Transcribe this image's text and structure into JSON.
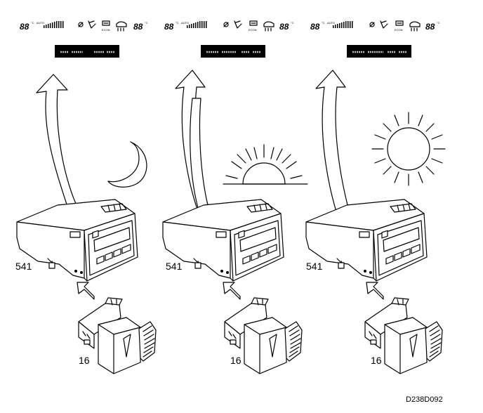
{
  "panels": [
    {
      "id": "night",
      "display": {
        "temp_left": "88",
        "unit_left": "°C",
        "auto": "AUTO",
        "econ": "ECON",
        "temp_right": "88"
      },
      "plate_text": "",
      "light": "moon-icon",
      "unit_label": "541",
      "switch_label": "16"
    },
    {
      "id": "dusk",
      "display": {
        "temp_left": "88",
        "unit_left": "°C",
        "auto": "AUTO",
        "econ": "ECON",
        "temp_right": "88"
      },
      "plate_text": "",
      "light": "setting-sun-icon",
      "unit_label": "541",
      "switch_label": "16"
    },
    {
      "id": "day",
      "display": {
        "temp_left": "88",
        "unit_left": "°C",
        "auto": "AUTO",
        "econ": "ECON",
        "temp_right": "88"
      },
      "plate_text": "",
      "light": "sun-icon",
      "unit_label": "541",
      "switch_label": "16"
    }
  ],
  "figure_code": "D238D092",
  "colors": {
    "ink": "#000000",
    "paper": "#ffffff",
    "plate": "#000000"
  }
}
